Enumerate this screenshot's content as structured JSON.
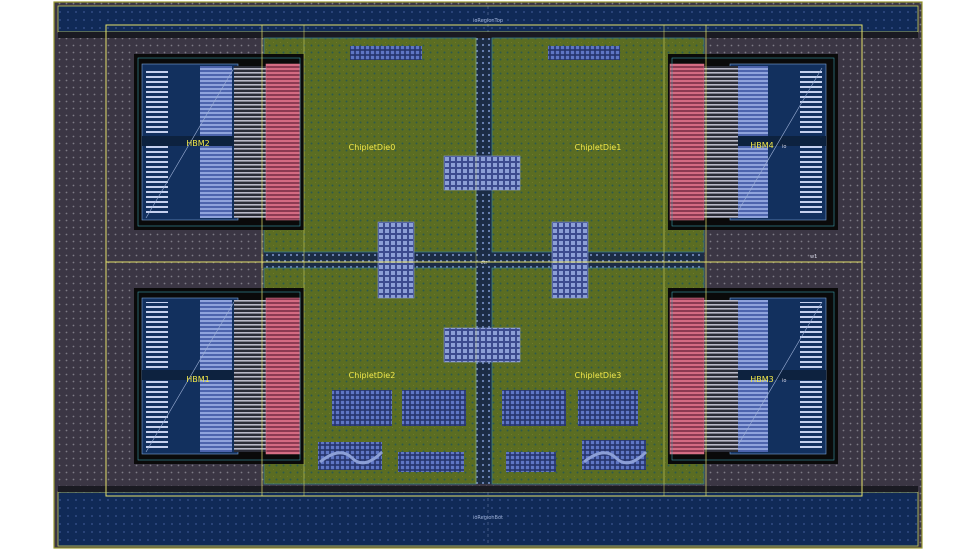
{
  "labels": {
    "region_top": "ioRegionTop",
    "region_bot": "ioRegionBot",
    "center": "ctr",
    "chiplet_tl": "ChipletDie0",
    "chiplet_tr": "ChipletDie1",
    "chiplet_bl": "ChipletDie2",
    "chiplet_br": "ChipletDie3",
    "hbm_tl": "HBM2",
    "hbm_tr": "HBM4",
    "hbm_bl": "HBM1",
    "hbm_br": "HBM3",
    "hbm_tag_tr": "io",
    "hbm_tag_br": "io",
    "marker": "w1"
  },
  "colors": {
    "background": "#ffffff",
    "substrate": "#3b3644",
    "io_band": "#102a57",
    "chiplet": "#5b6d22",
    "hbm_frame": "#0a0a0a",
    "hbm_core": "#12305e",
    "hbm_stripes": "#6f86c9",
    "phy_red": "#c0586e",
    "wires": "#b9b9c8",
    "outline_yellow": "#e3e06a",
    "text_yellow": "#f3e94a",
    "bump_blue": "#5a77c8"
  }
}
